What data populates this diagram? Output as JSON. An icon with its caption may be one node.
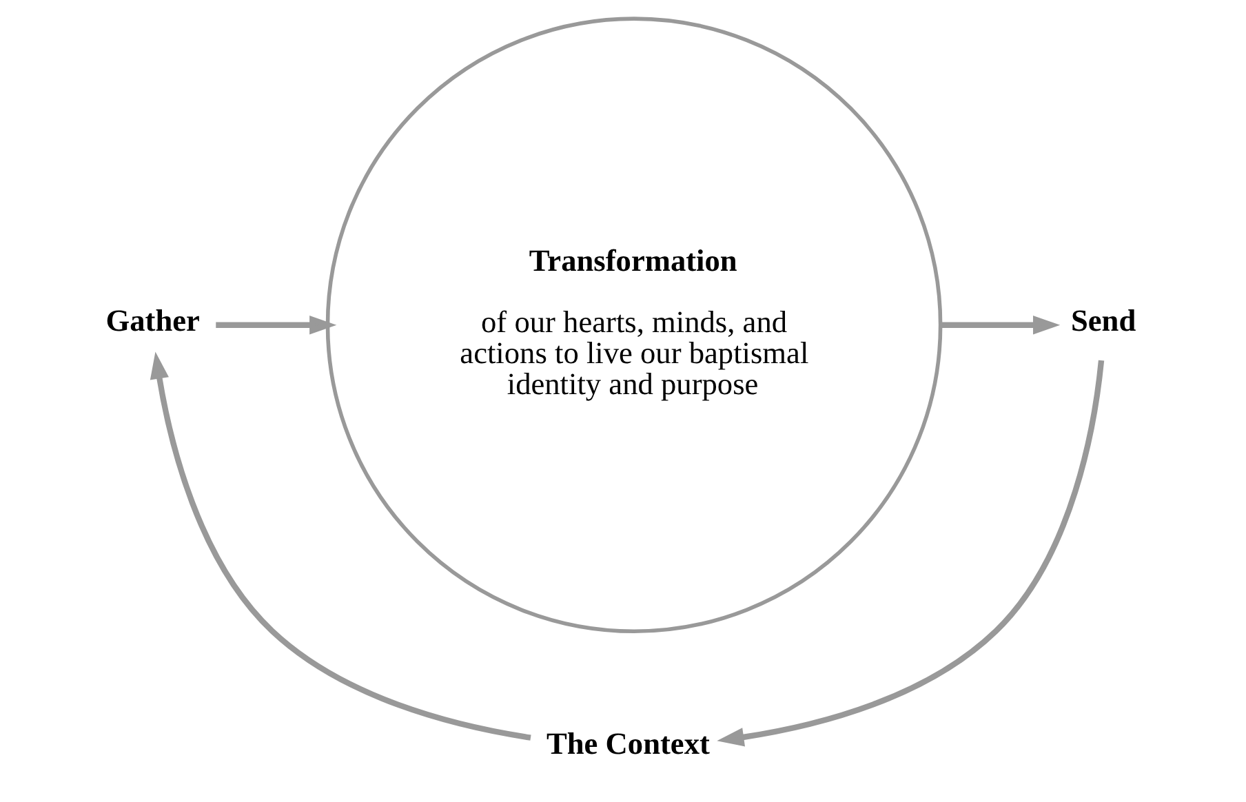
{
  "diagram": {
    "nodes": [
      {
        "text": [
          "Gather"
        ]
      },
      {
        "text": [
          "Transformation",
          "of our hearts, minds, and actions to live our baptismal identity and purpose"
        ]
      },
      {
        "text": [
          "Send"
        ]
      },
      {
        "text": [
          "The Context"
        ]
      }
    ],
    "edges": [
      {
        "from": 0,
        "to": 1,
        "arrow": "to"
      },
      {
        "from": 1,
        "to": 2,
        "arrow": "to"
      },
      {
        "from": 2,
        "to": 3,
        "arrow": "to"
      },
      {
        "from": 3,
        "to": 0,
        "arrow": "to"
      }
    ]
  }
}
